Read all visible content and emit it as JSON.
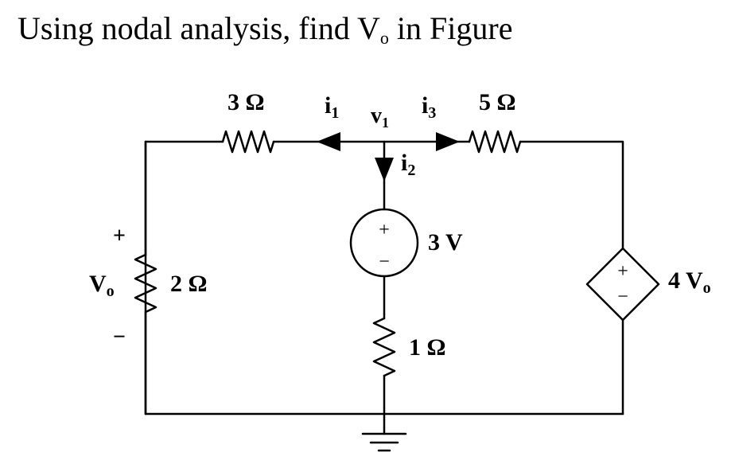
{
  "problem": {
    "text_before": "Using nodal analysis, find V",
    "sub": "o",
    "text_after": " in Figure"
  },
  "components": {
    "r3": {
      "label": "3 Ω"
    },
    "r5": {
      "label": "5 Ω"
    },
    "r2": {
      "label": "2 Ω"
    },
    "r1": {
      "label": "1 Ω"
    },
    "vsrc": {
      "label": "3 V",
      "plus": "+",
      "minus": "−"
    },
    "depsrc": {
      "label_main": "4 V",
      "label_sub": "o",
      "plus": "+",
      "minus": "−"
    }
  },
  "node": {
    "main": "v",
    "sub": "1"
  },
  "currents": {
    "i1": {
      "main": "i",
      "sub": "1"
    },
    "i2": {
      "main": "i",
      "sub": "2"
    },
    "i3": {
      "main": "i",
      "sub": "3"
    }
  },
  "vo_marker": {
    "plus": "+",
    "main": "V",
    "sub": "o",
    "minus": "−"
  }
}
